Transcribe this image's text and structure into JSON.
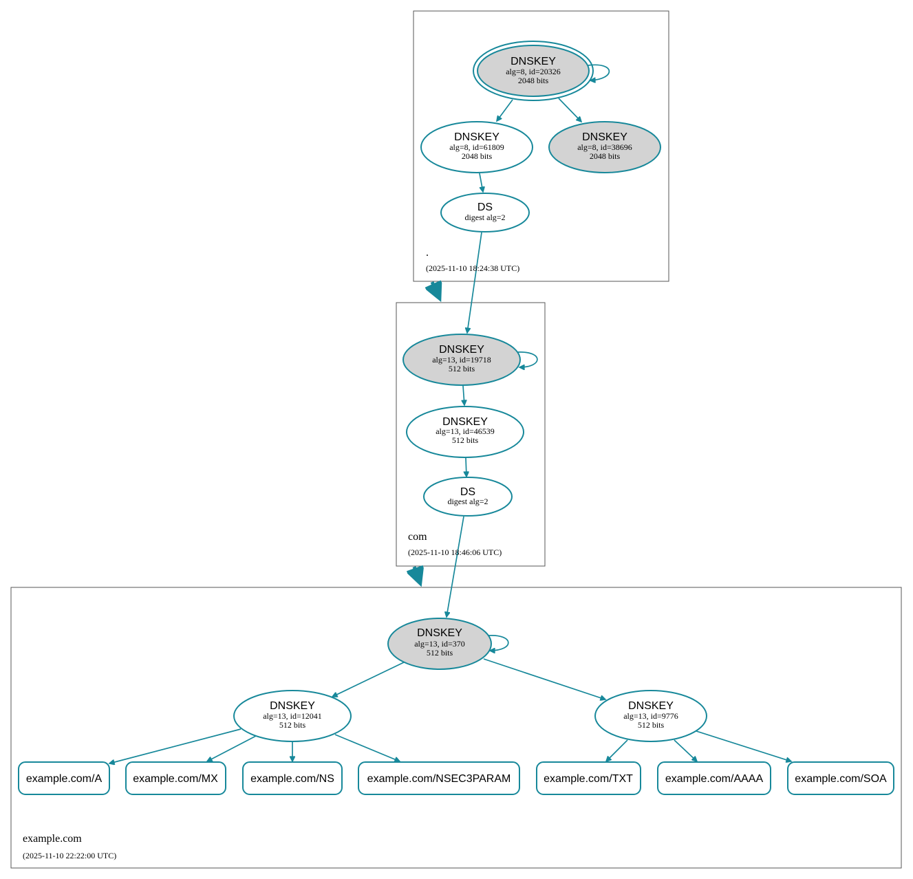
{
  "zones": {
    "root": {
      "name": ".",
      "timestamp": "(2025-11-10 18:24:38 UTC)",
      "ksk": {
        "type": "DNSKEY",
        "line1": "alg=8, id=20326",
        "line2": "2048 bits"
      },
      "zsk": {
        "type": "DNSKEY",
        "line1": "alg=8, id=61809",
        "line2": "2048 bits"
      },
      "key3": {
        "type": "DNSKEY",
        "line1": "alg=8, id=38696",
        "line2": "2048 bits"
      },
      "ds": {
        "type": "DS",
        "line1": "digest alg=2"
      }
    },
    "com": {
      "name": "com",
      "timestamp": "(2025-11-10 18:46:06 UTC)",
      "ksk": {
        "type": "DNSKEY",
        "line1": "alg=13, id=19718",
        "line2": "512 bits"
      },
      "zsk": {
        "type": "DNSKEY",
        "line1": "alg=13, id=46539",
        "line2": "512 bits"
      },
      "ds": {
        "type": "DS",
        "line1": "digest alg=2"
      }
    },
    "example": {
      "name": "example.com",
      "timestamp": "(2025-11-10 22:22:00 UTC)",
      "ksk": {
        "type": "DNSKEY",
        "line1": "alg=13, id=370",
        "line2": "512 bits"
      },
      "zsk1": {
        "type": "DNSKEY",
        "line1": "alg=13, id=12041",
        "line2": "512 bits"
      },
      "zsk2": {
        "type": "DNSKEY",
        "line1": "alg=13, id=9776",
        "line2": "512 bits"
      },
      "rrsets": [
        "example.com/A",
        "example.com/MX",
        "example.com/NS",
        "example.com/NSEC3PARAM",
        "example.com/TXT",
        "example.com/AAAA",
        "example.com/SOA"
      ]
    }
  },
  "colors": {
    "edge": "#17889a",
    "ksk_fill": "#d3d3d3",
    "zone_border": "#555555"
  }
}
